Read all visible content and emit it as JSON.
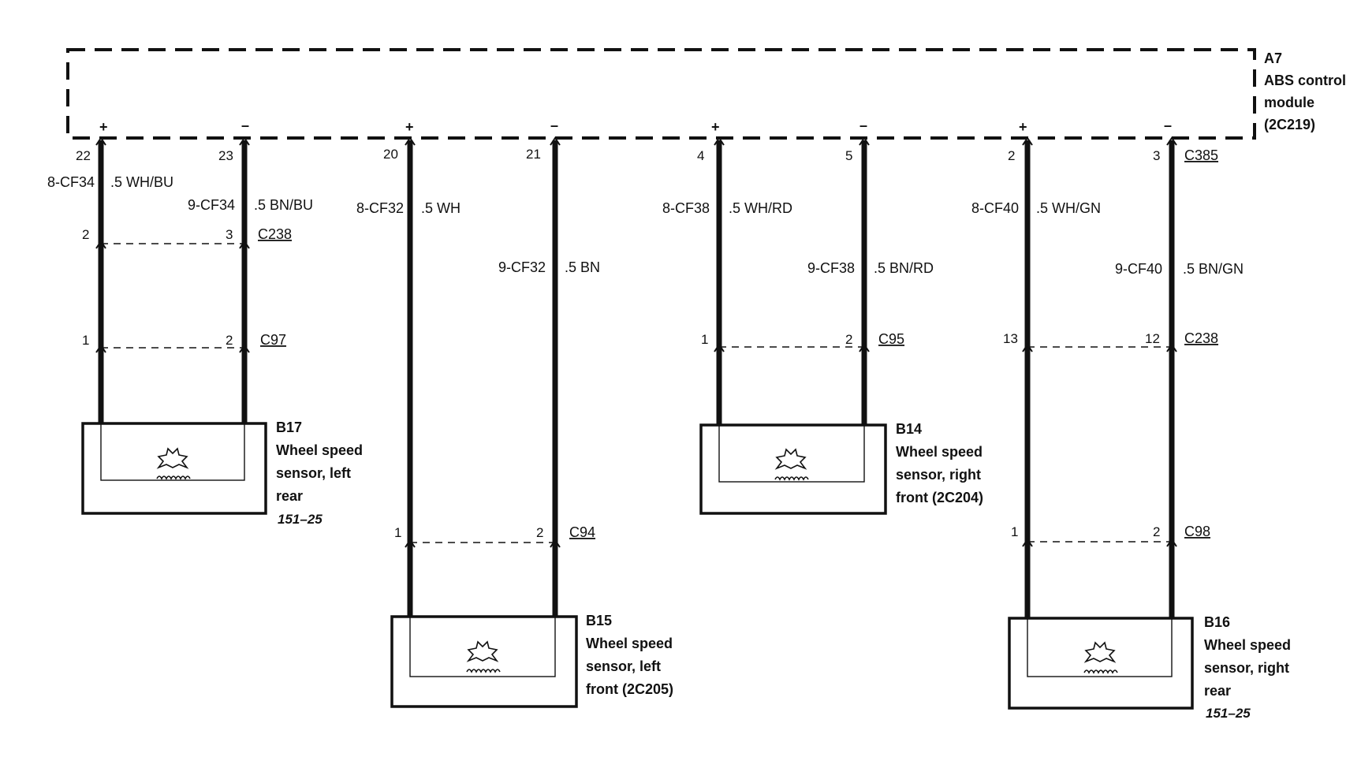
{
  "module": {
    "id": "A7",
    "name_line1": "ABS control",
    "name_line2": "module",
    "location": "(2C219)",
    "connector": "C385",
    "plus": "+",
    "minus": "–"
  },
  "circuits": [
    {
      "pin_pos": "22",
      "pin_neg": "23",
      "circuit_pos": "8-CF34",
      "wire_pos": ".5 WH/BU",
      "circuit_neg": "9-CF34",
      "wire_neg": ".5 BN/BU",
      "connectors": [
        {
          "pos": "2",
          "neg": "3",
          "name": "C238"
        },
        {
          "pos": "1",
          "neg": "2",
          "name": "C97"
        }
      ],
      "sensor": {
        "id": "B17",
        "l1": "Wheel speed",
        "l2": "sensor, left",
        "l3": "rear",
        "ref": "151–25"
      }
    },
    {
      "pin_pos": "20",
      "pin_neg": "21",
      "circuit_pos": "8-CF32",
      "wire_pos": ".5 WH",
      "circuit_neg": "9-CF32",
      "wire_neg": ".5 BN",
      "connectors": [
        {
          "pos": "1",
          "neg": "2",
          "name": "C94"
        }
      ],
      "sensor": {
        "id": "B15",
        "l1": "Wheel speed",
        "l2": "sensor, left",
        "l3": "front (2C205)",
        "ref": ""
      }
    },
    {
      "pin_pos": "4",
      "pin_neg": "5",
      "circuit_pos": "8-CF38",
      "wire_pos": ".5 WH/RD",
      "circuit_neg": "9-CF38",
      "wire_neg": ".5 BN/RD",
      "connectors": [
        {
          "pos": "1",
          "neg": "2",
          "name": "C95"
        }
      ],
      "sensor": {
        "id": "B14",
        "l1": "Wheel speed",
        "l2": "sensor, right",
        "l3": "front (2C204)",
        "ref": ""
      }
    },
    {
      "pin_pos": "2",
      "pin_neg": "3",
      "circuit_pos": "8-CF40",
      "wire_pos": ".5 WH/GN",
      "circuit_neg": "9-CF40",
      "wire_neg": ".5 BN/GN",
      "connectors": [
        {
          "pos": "13",
          "neg": "12",
          "name": "C238"
        },
        {
          "pos": "1",
          "neg": "2",
          "name": "C98"
        }
      ],
      "sensor": {
        "id": "B16",
        "l1": "Wheel speed",
        "l2": "sensor, right",
        "l3": "rear",
        "ref": "151–25"
      }
    }
  ]
}
